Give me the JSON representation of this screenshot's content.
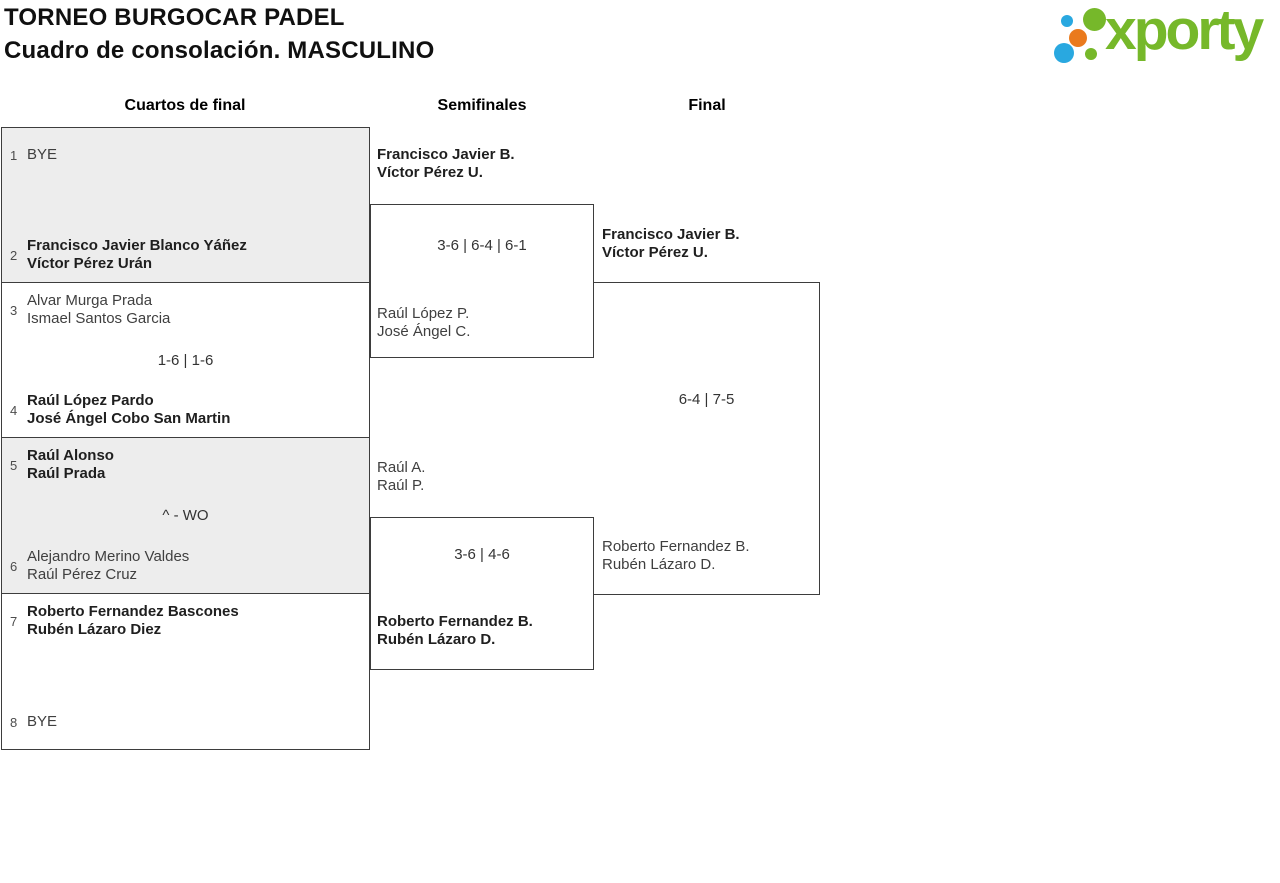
{
  "header": {
    "title_line1": "TORNEO BURGOCAR PADEL",
    "title_line2": "Cuadro de consolación. MASCULINO",
    "logo_text": "xporty"
  },
  "columns": [
    {
      "label": "Cuartos de final"
    },
    {
      "label": "Semifinales"
    },
    {
      "label": "Final"
    }
  ],
  "bracket": {
    "quarterfinals": [
      {
        "top": {
          "seed": "1",
          "names": [
            "BYE"
          ]
        },
        "bottom": {
          "seed": "2",
          "names": [
            "Francisco Javier Blanco Yáñez",
            "Víctor Pérez Urán"
          ]
        },
        "score": ""
      },
      {
        "top": {
          "seed": "3",
          "names": [
            "Alvar Murga Prada",
            "Ismael Santos Garcia"
          ]
        },
        "bottom": {
          "seed": "4",
          "names": [
            "Raúl López Pardo",
            "José Ángel Cobo San Martin"
          ]
        },
        "score": "1-6 | 1-6"
      },
      {
        "top": {
          "seed": "5",
          "names": [
            "Raúl Alonso",
            "Raúl Prada"
          ]
        },
        "bottom": {
          "seed": "6",
          "names": [
            "Alejandro Merino Valdes",
            "Raúl Pérez Cruz"
          ]
        },
        "score": "^ - WO"
      },
      {
        "top": {
          "seed": "7",
          "names": [
            "Roberto Fernandez Bascones",
            "Rubén Lázaro Diez"
          ]
        },
        "bottom": {
          "seed": "8",
          "names": [
            "BYE"
          ]
        },
        "score": ""
      }
    ],
    "semifinals": [
      {
        "top": {
          "names": [
            "Francisco Javier B.",
            "Víctor Pérez U."
          ]
        },
        "bottom": {
          "names": [
            "Raúl López P.",
            "José Ángel C."
          ]
        },
        "score": "3-6 | 6-4 | 6-1"
      },
      {
        "top": {
          "names": [
            "Raúl A.",
            "Raúl P."
          ]
        },
        "bottom": {
          "names": [
            "Roberto Fernandez B.",
            "Rubén Lázaro D."
          ]
        },
        "score": "3-6 | 4-6"
      }
    ],
    "final": {
      "top": {
        "names": [
          "Francisco Javier B.",
          "Víctor Pérez U."
        ]
      },
      "bottom": {
        "names": [
          "Roberto Fernandez B.",
          "Rubén Lázaro D."
        ]
      },
      "score": "6-4 | 7-5"
    }
  },
  "colors": {
    "logo_green": "#76b82a",
    "logo_blue": "#29a8e0",
    "logo_orange": "#ea7a1d",
    "box_gray_fill": "#ededed",
    "border": "#3d3d3d"
  }
}
